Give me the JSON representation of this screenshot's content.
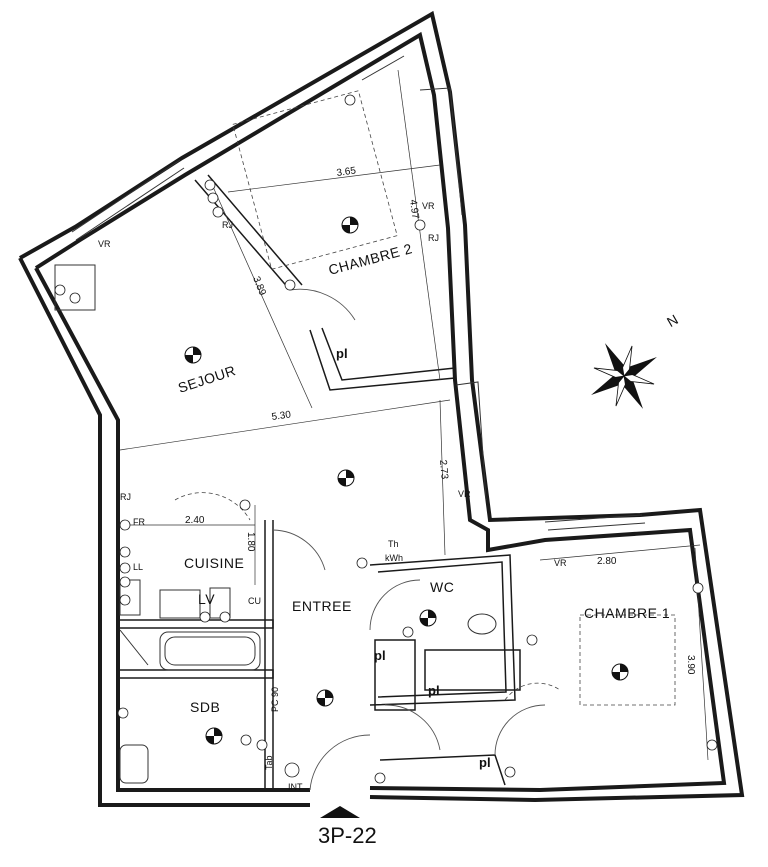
{
  "plan": {
    "reference": "3P-22",
    "north": "N",
    "rooms": {
      "sejour": "SEJOUR",
      "chambre1": "CHAMBRE 1",
      "chambre2": "CHAMBRE 2",
      "cuisine": "CUISINE",
      "entree": "ENTREE",
      "sdb": "SDB",
      "wc": "WC"
    },
    "dimensions": {
      "chambre2_width": "3.65",
      "chambre2_depth": "4.97",
      "sejour_diag": "3.89",
      "sejour_width": "5.30",
      "sejour_depth": "2.73",
      "cuisine_width": "2.40",
      "cuisine_depth": "1.80",
      "chambre1_width": "2.80",
      "chambre1_depth": "3.90"
    },
    "labels": {
      "vr": "VR",
      "pl": "pl",
      "fr": "FR",
      "ll": "LL",
      "lv": "LV",
      "cu": "CU",
      "rj": "RJ",
      "th": "Th",
      "kwh": "kWh",
      "pc": "PC 90",
      "tab": "Tab",
      "int": "INT"
    }
  }
}
